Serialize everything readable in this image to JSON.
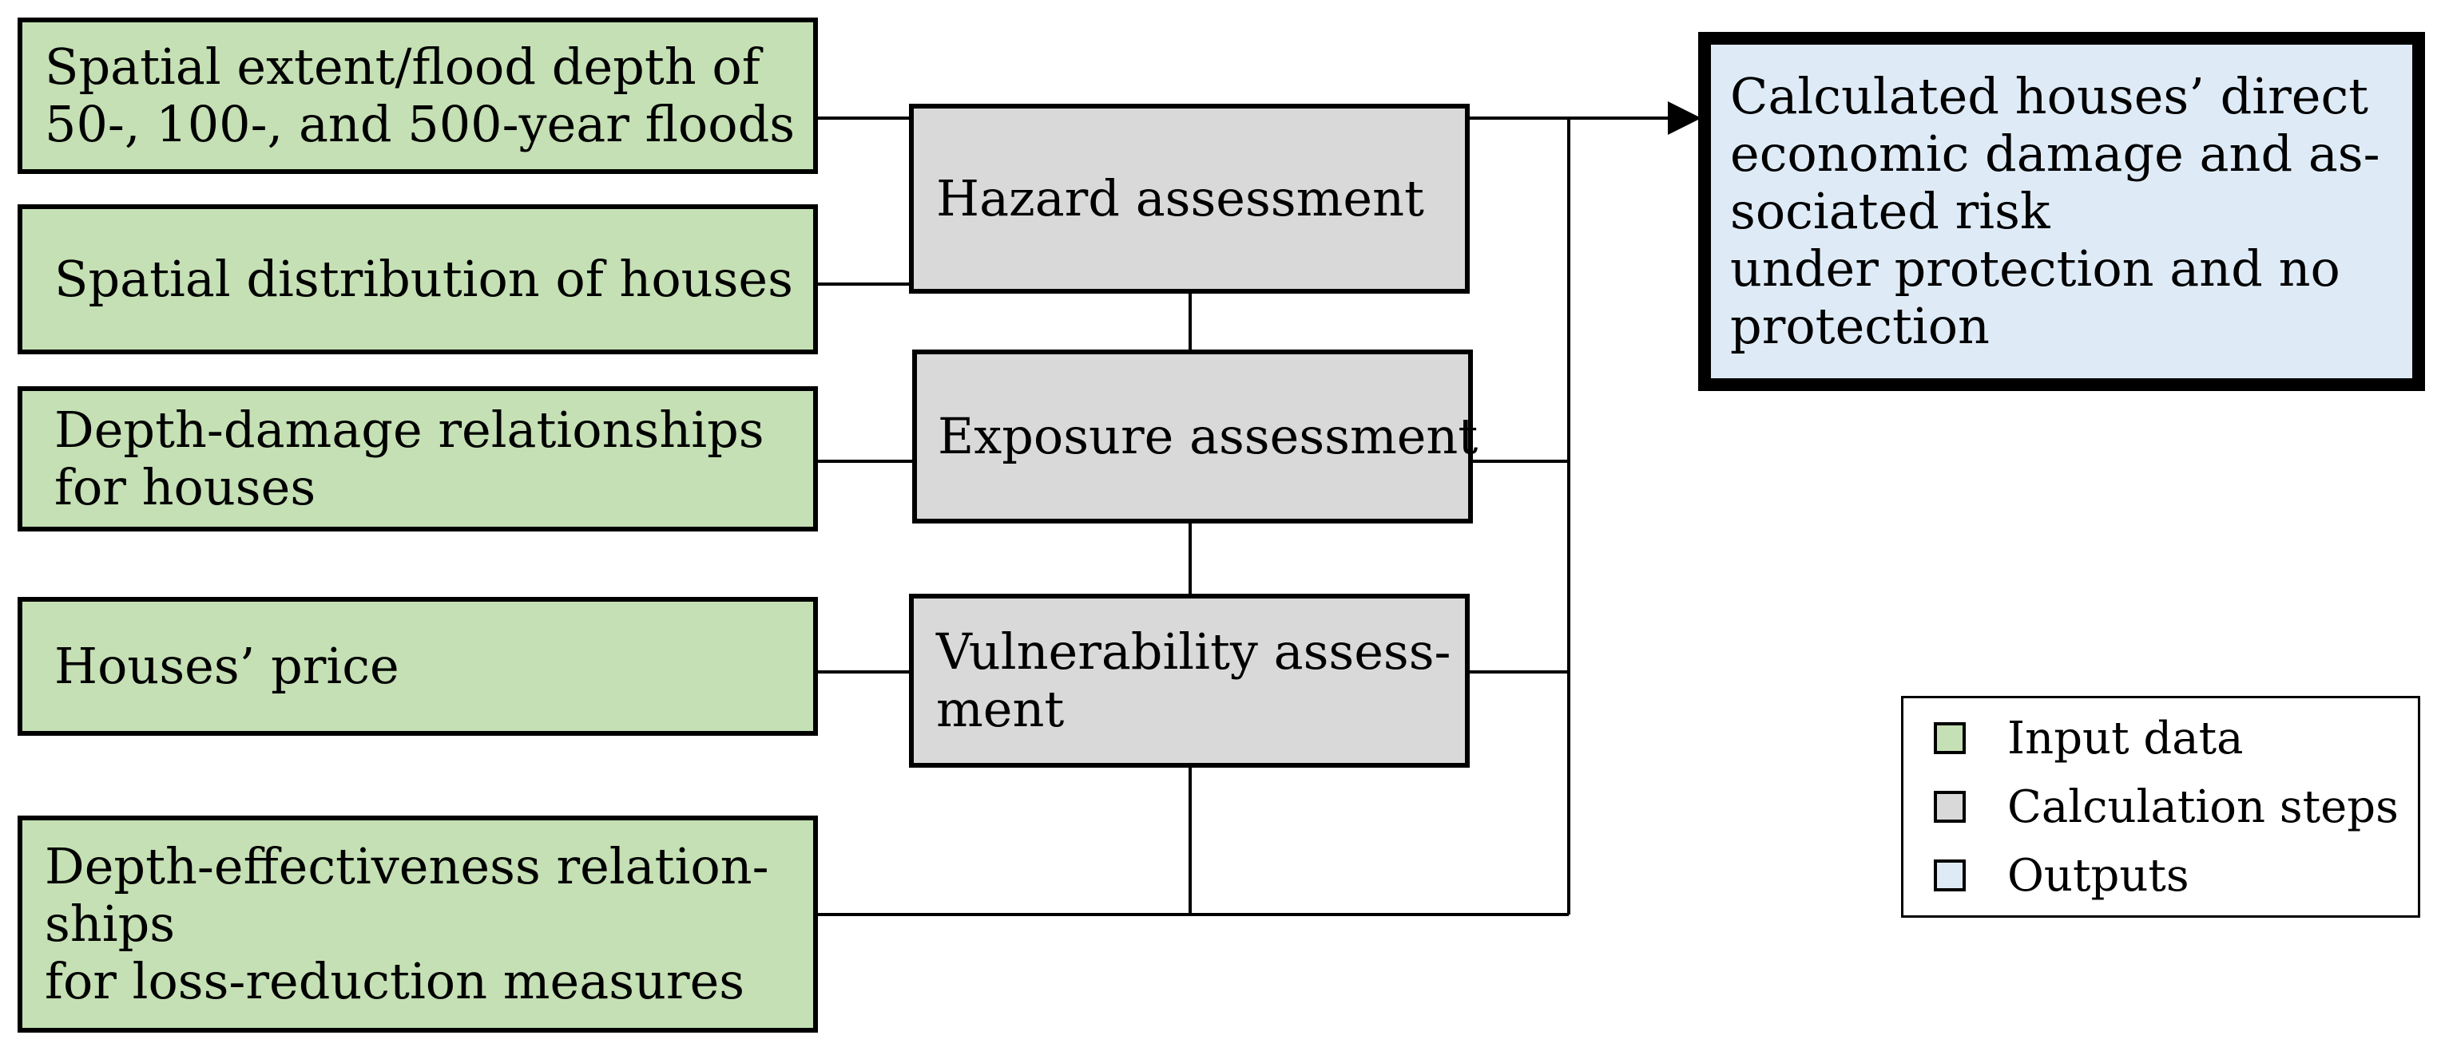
{
  "inputs": [
    {
      "lines": [
        "Spatial extent/flood depth of",
        "50-, 100-, and 500-year floods"
      ]
    },
    {
      "lines": [
        "Spatial distribution of houses"
      ]
    },
    {
      "lines": [
        "Depth-damage relationships",
        "for houses"
      ]
    },
    {
      "lines": [
        "Houses’ price"
      ]
    },
    {
      "lines": [
        "Depth-effectiveness relation-",
        "ships",
        "for loss-reduction measures"
      ]
    }
  ],
  "steps": [
    {
      "lines": [
        "Hazard assessment"
      ]
    },
    {
      "lines": [
        "Exposure assessment"
      ]
    },
    {
      "lines": [
        "Vulnerability assess-",
        "ment"
      ]
    }
  ],
  "output": {
    "lines": [
      "Calculated houses’ direct",
      "economic damage and as-",
      "sociated risk",
      "under protection and no",
      "protection"
    ]
  },
  "legend": [
    {
      "label": "Input data",
      "color": "#c5e0b4"
    },
    {
      "label": "Calculation steps",
      "color": "#d9d9d9"
    },
    {
      "label": "Outputs",
      "color": "#deebf7"
    }
  ],
  "colors": {
    "input": "#c5e0b4",
    "calc": "#d9d9d9",
    "output": "#deebf7",
    "line": "#000000"
  }
}
